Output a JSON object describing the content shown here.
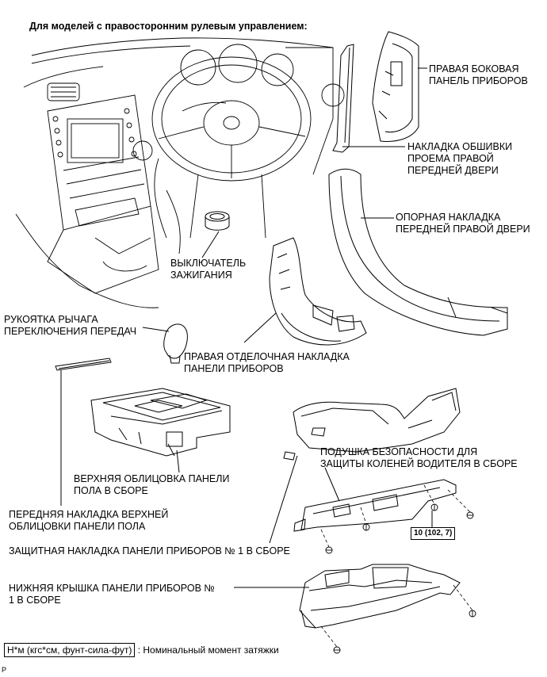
{
  "title": "Для моделей с правосторонним рулевым управлением:",
  "labels": {
    "right_side_panel": "ПРАВАЯ БОКОВАЯ\nПАНЕЛЬ ПРИБОРОВ",
    "door_opening_trim": "НАКЛАДКА ОБШИВКИ\nПРОЕМА ПРАВОЙ\nПЕРЕДНЕЙ ДВЕРИ",
    "scuff_plate": "ОПОРНАЯ НАКЛАДКА\nПЕРЕДНЕЙ ПРАВОЙ ДВЕРИ",
    "ignition_switch": "ВЫКЛЮЧАТЕЛЬ\nЗАЖИГАНИЯ",
    "shift_knob": "РУКОЯТКА РЫЧАГА\nПЕРЕКЛЮЧЕНИЯ ПЕРЕДАЧ",
    "finish_panel": "ПРАВАЯ ОТДЕЛОЧНАЯ НАКЛАДКА\nПАНЕЛИ ПРИБОРОВ",
    "console_upper": "ВЕРХНЯЯ ОБЛИЦОВКА ПАНЕЛИ\nПОЛА В СБОРЕ",
    "knee_airbag": "ПОДУШКА БЕЗОПАСНОСТИ ДЛЯ\nЗАЩИТЫ КОЛЕНЕЙ ВОДИТЕЛЯ В СБОРЕ",
    "console_front_trim": "ПЕРЕДНЯЯ НАКЛАДКА ВЕРХНЕЙ\nОБЛИЦОВКИ ПАНЕЛИ ПОЛА",
    "guard_trim": "ЗАЩИТНАЯ НАКЛАДКА ПАНЕЛИ ПРИБОРОВ № 1 В СБОРЕ",
    "lower_cover": "НИЖНЯЯ КРЫШКА ПАНЕЛИ ПРИБОРОВ №\n1 В СБОРЕ"
  },
  "torque": "10 (102, 7)",
  "legend": {
    "box": "Н*м (кгс*см, фунт-сила-фут)",
    "text": ": Номинальный момент затяжки"
  },
  "figure_code": "P"
}
